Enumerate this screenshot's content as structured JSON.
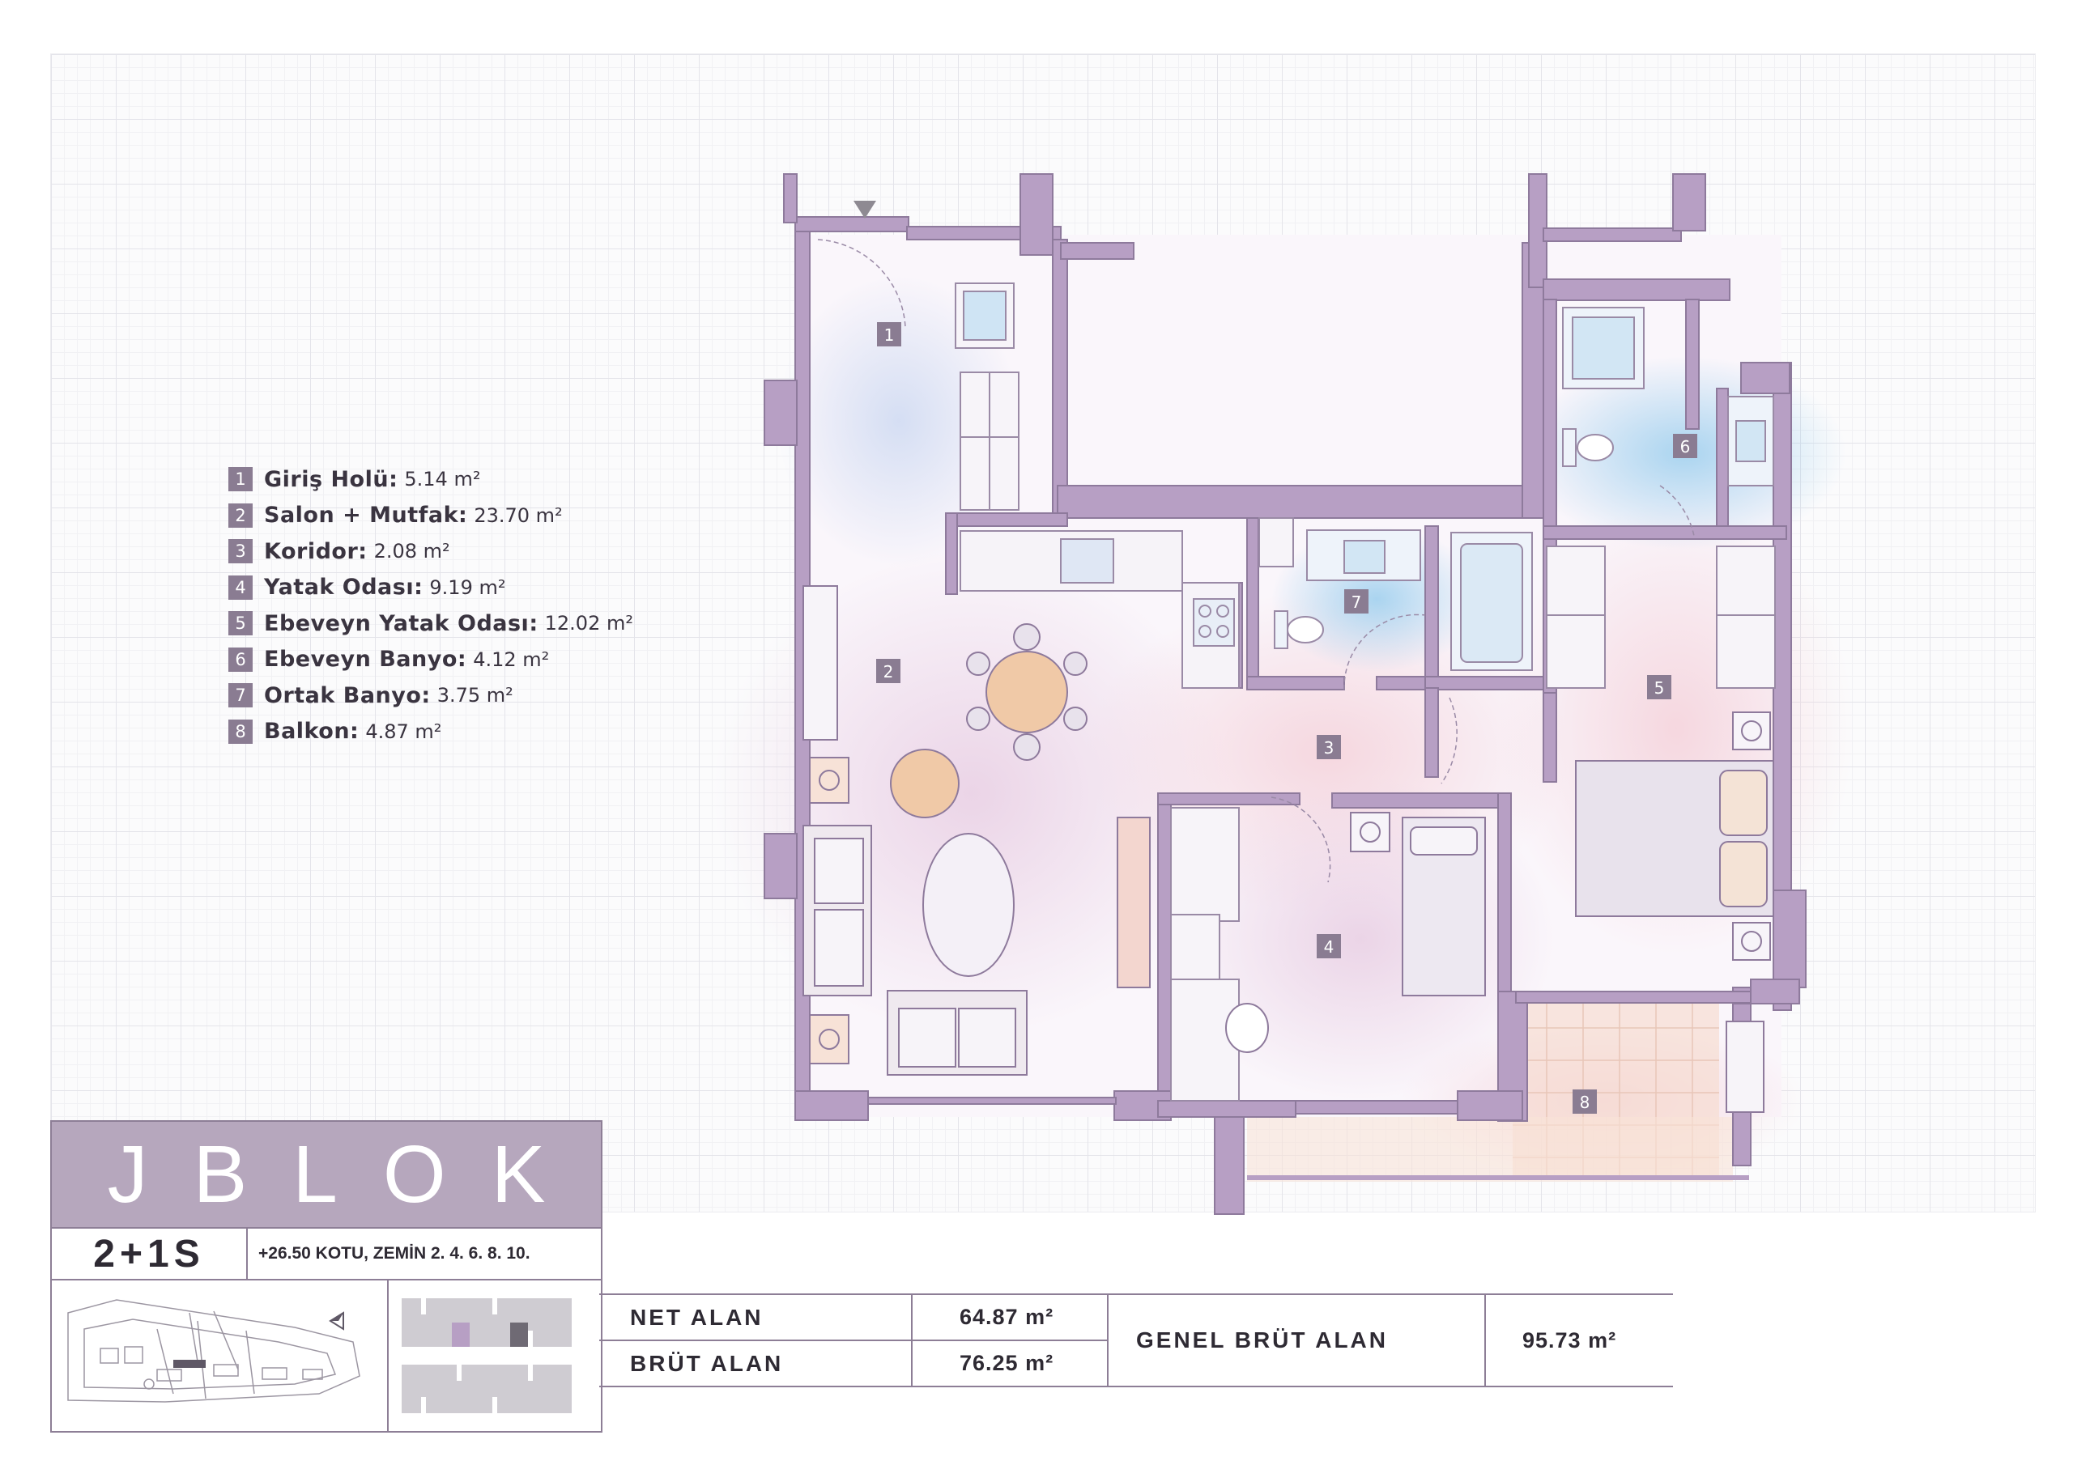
{
  "legend": [
    {
      "num": "1",
      "name": "Giriş Holü:",
      "area": "5.14 m²"
    },
    {
      "num": "2",
      "name": "Salon + Mutfak:",
      "area": "23.70 m²"
    },
    {
      "num": "3",
      "name": "Koridor:",
      "area": "2.08 m²"
    },
    {
      "num": "4",
      "name": "Yatak Odası:",
      "area": "9.19 m²"
    },
    {
      "num": "5",
      "name": "Ebeveyn Yatak Odası:",
      "area": "12.02 m²"
    },
    {
      "num": "6",
      "name": "Ebeveyn Banyo:",
      "area": "4.12 m²"
    },
    {
      "num": "7",
      "name": "Ortak Banyo:",
      "area": "3.75 m²"
    },
    {
      "num": "8",
      "name": "Balkon:",
      "area": "4.87 m²"
    }
  ],
  "plan_labels": [
    "1",
    "2",
    "3",
    "4",
    "5",
    "6",
    "7",
    "8"
  ],
  "title_block": {
    "block": "JBLOK",
    "type": "2+1S",
    "level": "+26.50 KOTU, ZEMİN 2. 4. 6. 8. 10."
  },
  "areas": {
    "net_label": "NET ALAN",
    "net_value": "64.87 m²",
    "gross_label": "BRÜT ALAN",
    "gross_value": "76.25 m²",
    "total_label": "GENEL BRÜT ALAN",
    "total_value": "95.73 m²"
  },
  "colors": {
    "wall": "#b79fc4",
    "wall_edge": "#8e7a9c",
    "label_bg": "#8a7c92",
    "title_band": "#b6a7bd"
  }
}
